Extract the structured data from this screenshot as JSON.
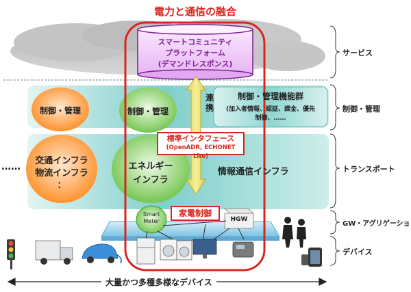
{
  "title": "電力と通信の融合",
  "platform": {
    "line1": "スマートコミュニティ",
    "line2": "プラットフォーム",
    "line3": "(デマンドレスポンス)"
  },
  "control": {
    "left": "制御・管理",
    "middle": "制御・管理",
    "link": "連携",
    "group_title": "制御・管理機能群",
    "group_detail1": "(加入者情報、認証、課金、優先",
    "group_detail2": "制御、……"
  },
  "interface": {
    "title": "標準インタフェース",
    "detail": "(OpenADR, ECHONET Lite)"
  },
  "infra": {
    "transport_line1": "交通インフラ",
    "transport_line2": "物流インフラ",
    "transport_line3": "：",
    "ellipsis": "……",
    "energy_line1": "エネルギー",
    "energy_line2": "インフラ",
    "ict": "情報通信インフラ"
  },
  "gateway": {
    "smart_meter_line1": "Smart",
    "smart_meter_line2": "Meter",
    "hgw": "HGW",
    "appliance_control": "家電制御"
  },
  "layers": [
    "サービス",
    "制御・管理",
    "トランスポート",
    "GW・アグリゲーション",
    "デバイス"
  ],
  "bottom_caption": "大量かつ多種多様なデバイス",
  "colors": {
    "accent_red": "#d8251d",
    "platform_purple": "#7a1f8f",
    "orange": "#ff8a1e",
    "green": "#6ac244",
    "teal": "#7fcfcb",
    "arrow_yellow": "#f1e66e"
  },
  "icons": [
    "traffic-light-icon",
    "truck-icon",
    "electric-car-icon",
    "refrigerator-icon",
    "washing-machine-icon",
    "tv-icon",
    "phone-icon",
    "people-icon",
    "tablet-icon"
  ]
}
